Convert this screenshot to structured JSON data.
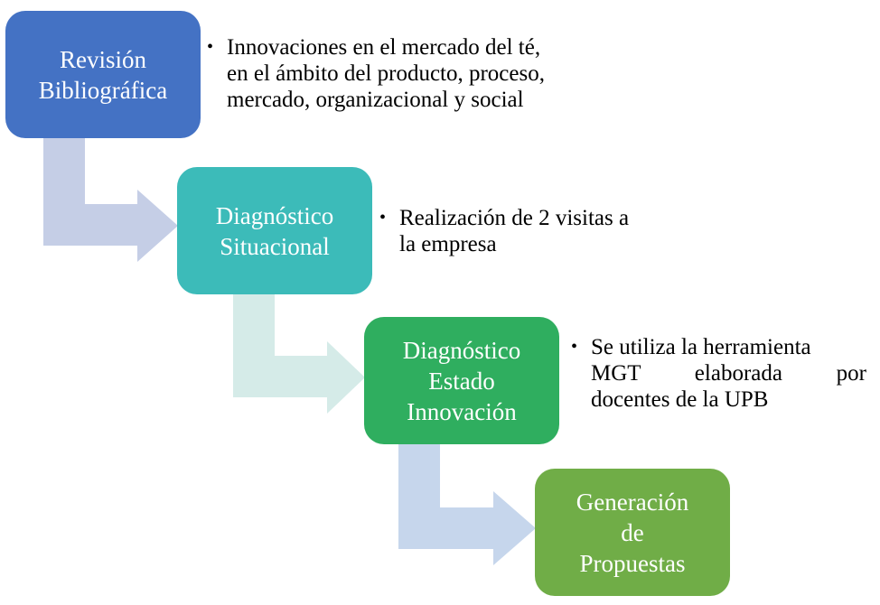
{
  "steps": [
    {
      "title_lines": [
        "Revisión",
        "Bibliográfica"
      ],
      "color": "#4472C4",
      "description_lines": [
        "Innovaciones en el mercado del té,",
        "en el ámbito del producto, proceso,",
        "mercado, organizacional y social"
      ]
    },
    {
      "title_lines": [
        "Diagnóstico",
        "Situacional"
      ],
      "color": "#3CBBB9",
      "description_lines": [
        "Realización de 2 visitas a",
        "la empresa"
      ]
    },
    {
      "title_lines": [
        "Diagnóstico",
        "Estado",
        "Innovación"
      ],
      "color": "#2FAE5F",
      "description_lines": [
        "Se utiliza la herramienta",
        "MGT elaborada por",
        "docentes de la UPB"
      ]
    },
    {
      "title_lines": [
        "Generación",
        "de",
        "Propuestas"
      ],
      "color": "#70AD47",
      "description_lines": []
    }
  ],
  "connector_colors": [
    "#C5CEE6",
    "#D5EBE8",
    "#C6D6EC"
  ],
  "bullet_glyph": "•"
}
